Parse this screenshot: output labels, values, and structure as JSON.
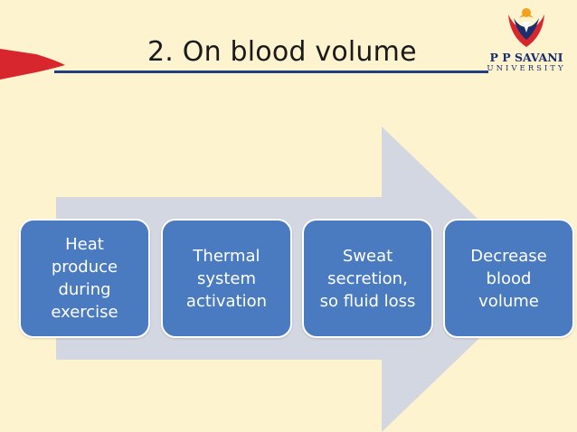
{
  "slide": {
    "title": "2. On blood volume",
    "logo": {
      "name": "P P SAVANI",
      "subtitle": "UNIVERSITY"
    },
    "steps": [
      {
        "text": "Heat\nproduce\nduring\nexercise"
      },
      {
        "text": "Thermal\nsystem\nactivation"
      },
      {
        "text": "Sweat\nsecretion,\nso fluid loss"
      },
      {
        "text": "Decrease\nblood\nvolume"
      }
    ]
  },
  "colors": {
    "background": "#fdf3cf",
    "box_fill": "#4a7abf",
    "arrow_fill": "#d3d7e1",
    "title_rule": "#1f3f80",
    "accent_red": "#d8262f"
  }
}
